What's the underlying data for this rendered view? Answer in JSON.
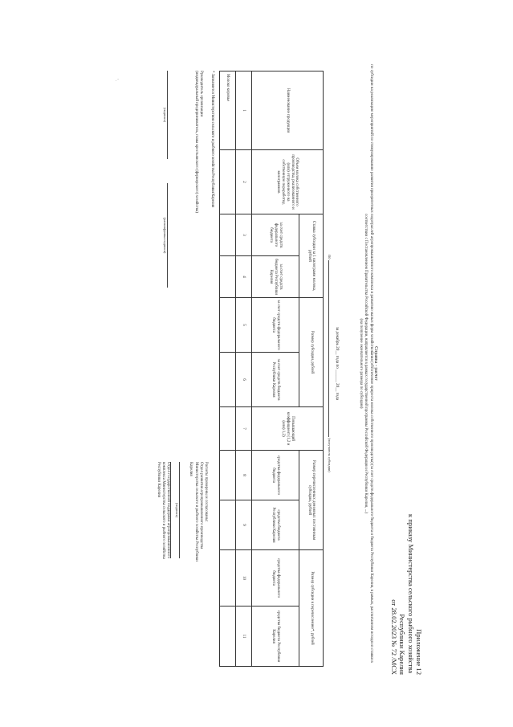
{
  "appendix": {
    "line1": "Приложение 12",
    "line2": "к приказу Министерства сельского рыбного хозяйства",
    "line3": "Республики Карелия",
    "line4": "от 28.02.2023 № 72 /МСХ"
  },
  "title": {
    "heading": "Справка - расчет",
    "body": "по субсидии на реализацию мероприятий по стимулированию развития приоритетных подотраслей агропромышленного комплекса и развитию малых форм хозяйствования (обеспечение прироста молока собственного производства) (за счет средств федерального бюджета и бюджета Республики Карелия, в рамках, рассчитанном исходя из ставки в соответствии с Постановлением Правительства Российской Федерации, направляется в рамках государственной программы Российской Федерации и Республики Карелия, ...)",
    "sub": "(на получение окончательного размера по субсидии)"
  },
  "period": {
    "text": "за декабрь 20__ года по ______ 20__ года"
  },
  "recipient": {
    "prefix": "по",
    "caption": "(получатель субсидии)"
  },
  "table": {
    "col_name": "Наименование продукции",
    "col_volume": "Объем молока собственного производства, реализованного и (или) отгруженного на собственную переработку, килограммов",
    "grp_rate": "Ставка субсидии за 1 килограмм молока, рублей",
    "grp_size": "Размер субсидии, рублей",
    "grp_prev": "Размер перечисленных денежных постоянным субсидии, рублей",
    "grp_due": "Размер субсидии к перечислению*, рублей",
    "fed": "за счет средств федерального бюджета",
    "reg": "за счет средств бюджета Республики Карелия",
    "coef": "Повышающий коэффициент (1,2 и (или) 1,2)",
    "fed2": "средства федерального бюджета",
    "reg2": "средства бюджета Республики Карелия",
    "nums": [
      "1",
      "2",
      "3",
      "4",
      "5",
      "6",
      "7",
      "8",
      "9",
      "10",
      "11"
    ],
    "row_label": "Молоко коровье"
  },
  "footnote": "* Заполняется Министерством сельского и рыбного хозяйства Республики Карелия",
  "left_sign": {
    "l1": "Руководитель организации",
    "l2": "(индивидуальный предприниматель, глава крестьянского (фермерского) хозяйства)",
    "cap1": "(подпись)",
    "cap2": "(расшифровка подписи)"
  },
  "right_sign": {
    "l1": "Расчеты проверены и согласованы:",
    "l2": "Отдел развития агропромышленного производства",
    "l3": "Министерства сельского и рыбного хозяйства Республики",
    "l4": "Карелия",
    "cap1": "(подпись)",
    "l5": "Отдел государственной поддержки агропромышленного",
    "l6": "комплекса Министерства сельского и рыбного хозяйства",
    "l7": "Республики Карелия"
  },
  "marks": "'    ."
}
